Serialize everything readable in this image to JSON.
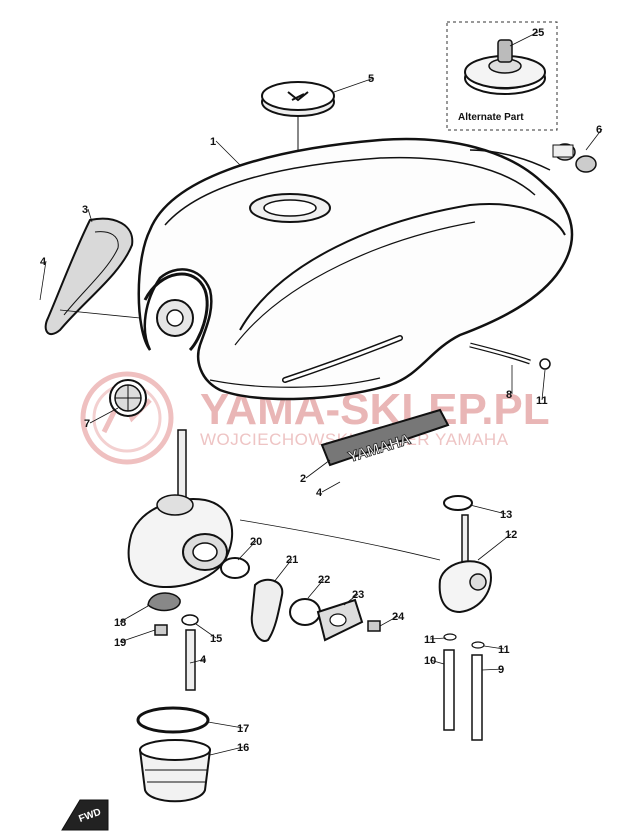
{
  "watermark": {
    "main": "YAMA-SKLEP.PL",
    "sub": "WOJCIECHOWSKI DEALER YAMAHA"
  },
  "alternate_box": {
    "label": "Alternate Part"
  },
  "emblem_text": "YAMAHA",
  "arrow_text": "FWD",
  "labels": [
    {
      "id": "p1",
      "text": "1"
    },
    {
      "id": "p2",
      "text": "2"
    },
    {
      "id": "p3",
      "text": "3"
    },
    {
      "id": "p4a",
      "text": "4"
    },
    {
      "id": "p4b",
      "text": "4"
    },
    {
      "id": "p4c",
      "text": "4"
    },
    {
      "id": "p5",
      "text": "5"
    },
    {
      "id": "p6",
      "text": "6"
    },
    {
      "id": "p7",
      "text": "7"
    },
    {
      "id": "p8",
      "text": "8"
    },
    {
      "id": "p9",
      "text": "9"
    },
    {
      "id": "p10",
      "text": "10"
    },
    {
      "id": "p11a",
      "text": "11"
    },
    {
      "id": "p11b",
      "text": "11"
    },
    {
      "id": "p11c",
      "text": "11"
    },
    {
      "id": "p12",
      "text": "12"
    },
    {
      "id": "p13",
      "text": "13"
    },
    {
      "id": "p15",
      "text": "15"
    },
    {
      "id": "p16",
      "text": "16"
    },
    {
      "id": "p17",
      "text": "17"
    },
    {
      "id": "p18",
      "text": "18"
    },
    {
      "id": "p19",
      "text": "19"
    },
    {
      "id": "p20",
      "text": "20"
    },
    {
      "id": "p21",
      "text": "21"
    },
    {
      "id": "p22",
      "text": "22"
    },
    {
      "id": "p23",
      "text": "23"
    },
    {
      "id": "p24",
      "text": "24"
    },
    {
      "id": "p25",
      "text": "25"
    }
  ]
}
